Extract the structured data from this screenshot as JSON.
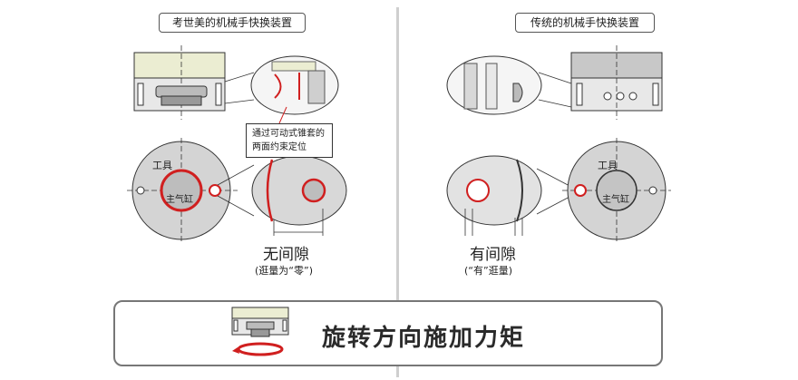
{
  "left": {
    "title": "考世美的机械手快换装置",
    "callout_line1": "通过可动式锥套的",
    "callout_line2": "两面约束定位",
    "gap_label": "无间隙",
    "gap_note": "(逛量为“零”)",
    "tool_label": "工具",
    "cylinder_label": "主气缸"
  },
  "right": {
    "title": "传统的机械手快换装置",
    "gap_label": "有间隙",
    "gap_note": "(“有”逛量)",
    "tool_label": "工具",
    "cylinder_label": "主气缸"
  },
  "bottom": {
    "text": "旋转方向施加力矩"
  },
  "colors": {
    "highlight": "#d01f1f",
    "body_light": "#ebedd2",
    "body_grey": "#c8c8c8",
    "disc": "#d4d4d4",
    "line": "#333333"
  }
}
